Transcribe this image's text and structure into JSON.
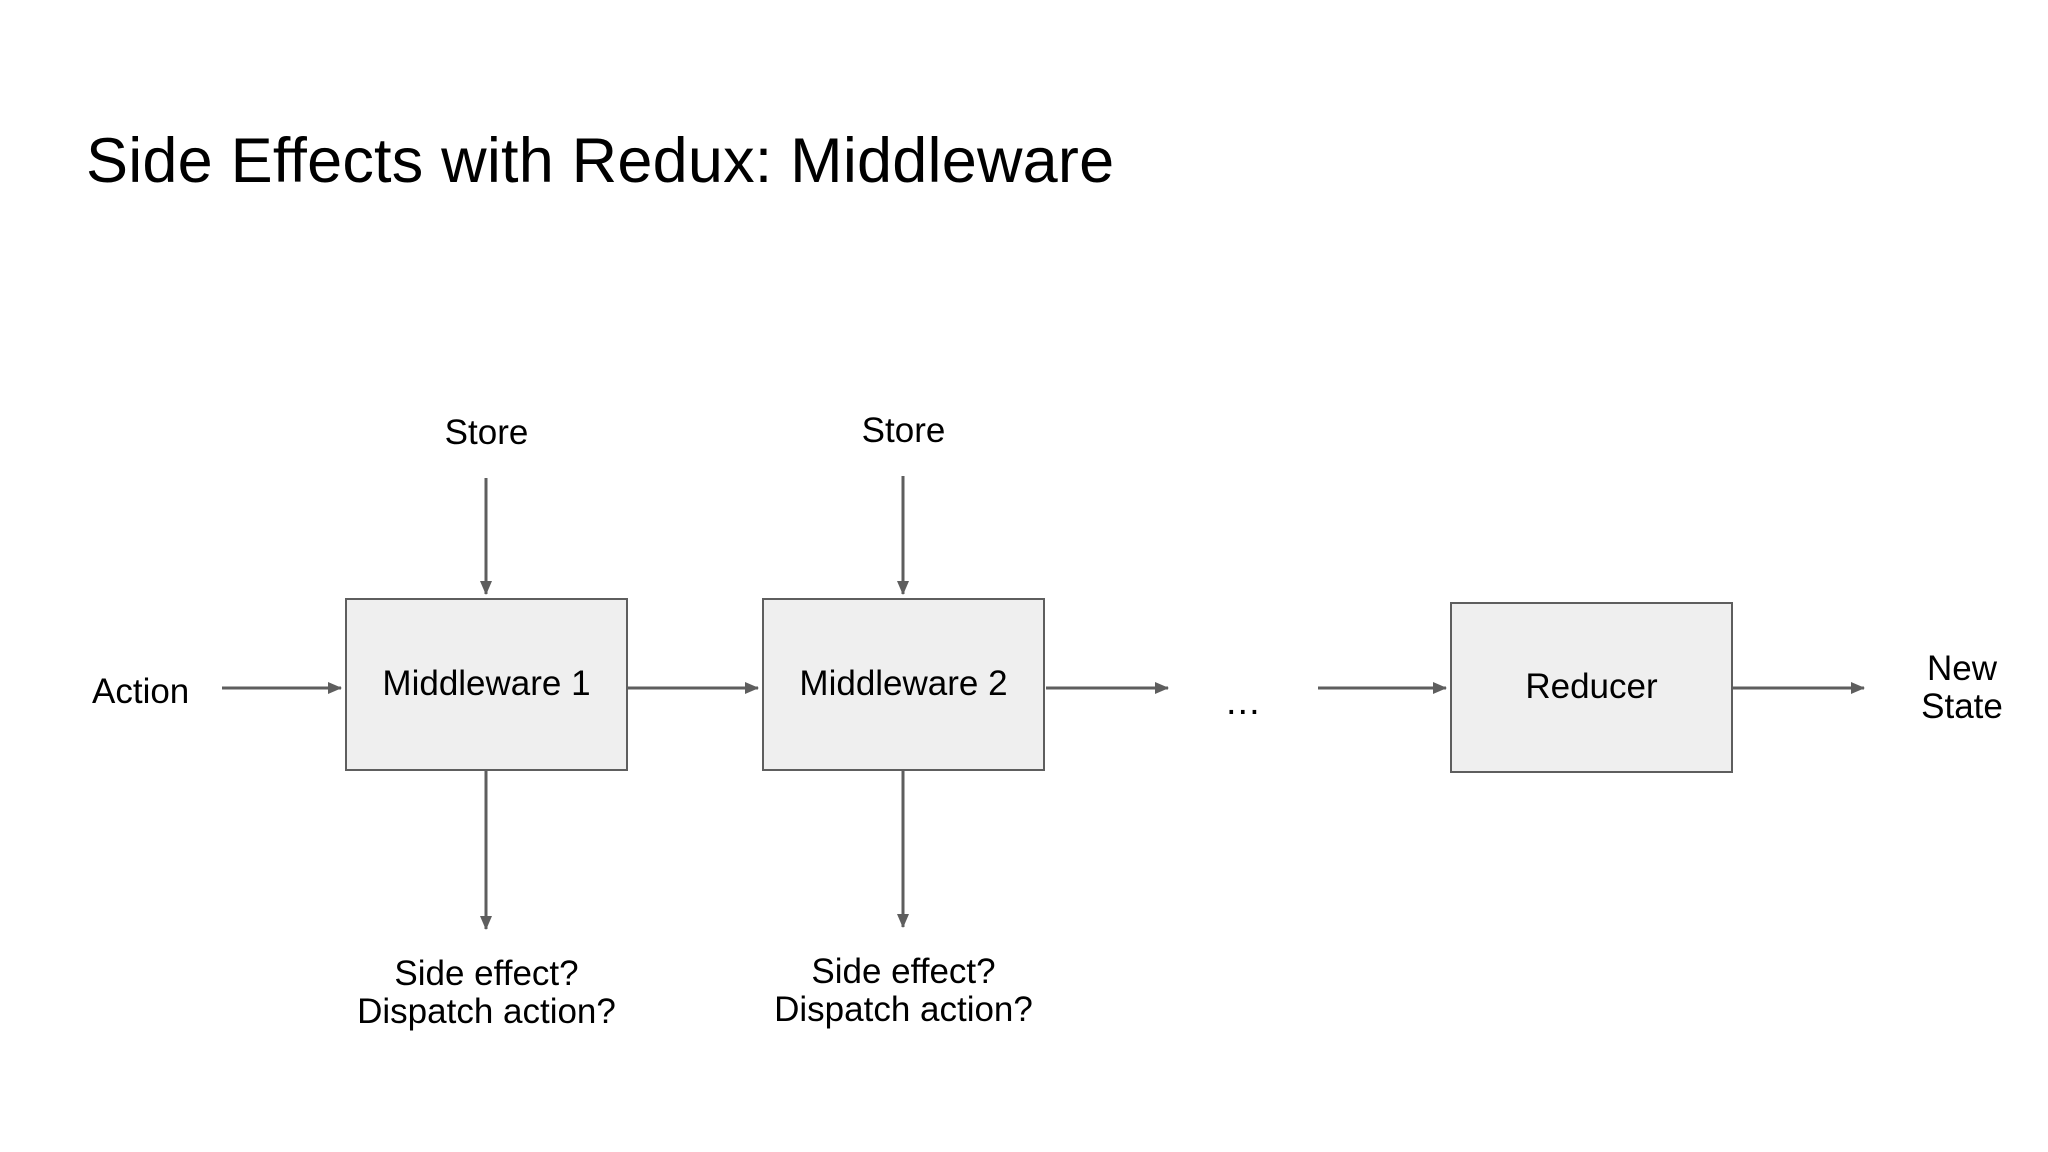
{
  "slide": {
    "title": "Side Effects with Redux: Middleware",
    "background_color": "#ffffff",
    "text_color": "#000000"
  },
  "diagram": {
    "node_fill_color": "#efefef",
    "node_stroke_color": "#5e5e5e",
    "arrow_color": "#5e5e5e",
    "nodes": [
      {
        "id": "middleware-1",
        "label": "Middleware 1"
      },
      {
        "id": "middleware-2",
        "label": "Middleware 2"
      },
      {
        "id": "reducer",
        "label": "Reducer"
      }
    ],
    "labels": {
      "action": "Action",
      "store_1": "Store",
      "store_2": "Store",
      "new_state_line1": "New",
      "new_state_line2": "State",
      "ellipsis": "...",
      "side_effect_1_line1": "Side effect?",
      "side_effect_1_line2": "Dispatch action?",
      "side_effect_2_line1": "Side effect?",
      "side_effect_2_line2": "Dispatch action?"
    },
    "edges": [
      {
        "id": "action-to-middleware-1",
        "from": "Action",
        "to": "Middleware 1",
        "direction": "right"
      },
      {
        "id": "store-to-middleware-1",
        "from": "Store",
        "to": "Middleware 1",
        "direction": "down"
      },
      {
        "id": "middleware-1-to-middleware-2",
        "from": "Middleware 1",
        "to": "Middleware 2",
        "direction": "right"
      },
      {
        "id": "store-to-middleware-2",
        "from": "Store",
        "to": "Middleware 2",
        "direction": "down"
      },
      {
        "id": "middleware-1-to-side-effect",
        "from": "Middleware 1",
        "to": "Side effect? Dispatch action?",
        "direction": "down"
      },
      {
        "id": "middleware-2-to-side-effect",
        "from": "Middleware 2",
        "to": "Side effect? Dispatch action?",
        "direction": "down"
      },
      {
        "id": "middleware-2-to-ellipsis",
        "from": "Middleware 2",
        "to": "...",
        "direction": "right"
      },
      {
        "id": "ellipsis-to-reducer",
        "from": "...",
        "to": "Reducer",
        "direction": "right"
      },
      {
        "id": "reducer-to-new-state",
        "from": "Reducer",
        "to": "New State",
        "direction": "right"
      }
    ]
  }
}
